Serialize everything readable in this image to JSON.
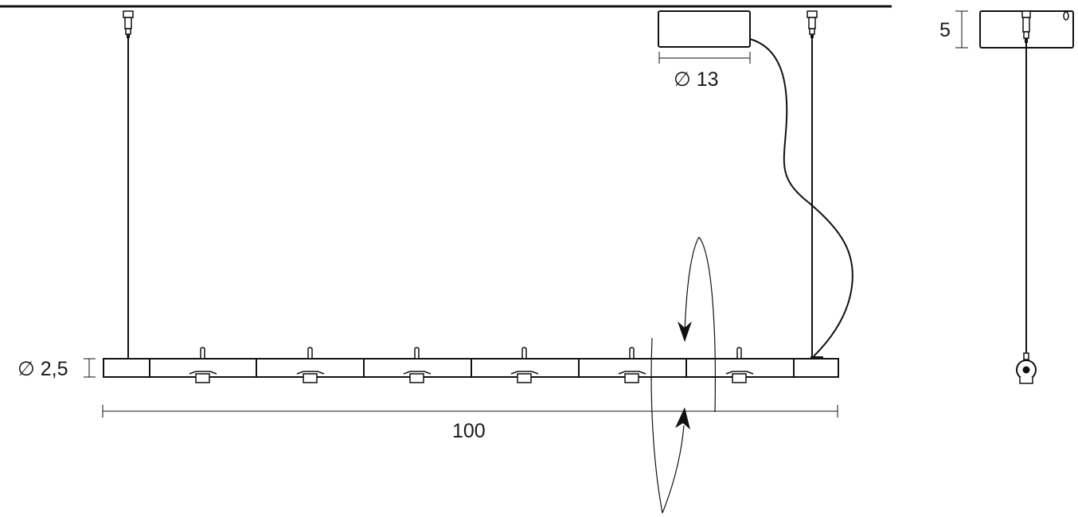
{
  "drawing": {
    "dimensions": {
      "canopy_diameter": "∅ 13",
      "bar_diameter": "∅ 2,5",
      "bar_length": "100",
      "canopy_height": "5"
    },
    "colors": {
      "line": "#111111",
      "background": "#ffffff"
    }
  }
}
